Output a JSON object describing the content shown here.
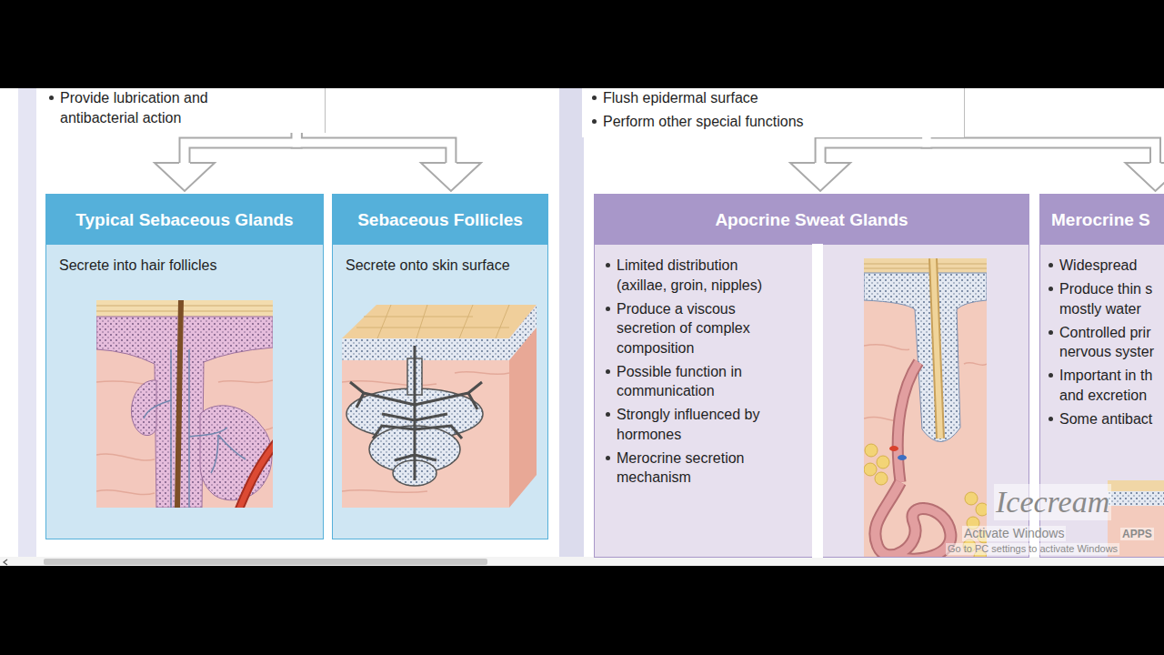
{
  "diagram": {
    "nodes": [
      {
        "text": [
          "Provide lubrication and antibacterial action"
        ]
      },
      {
        "text": [
          "Typical Sebaceous Glands",
          "Secrete into hair follicles"
        ]
      },
      {
        "text": [
          "Sebaceous Follicles",
          "Secrete onto skin surface"
        ]
      },
      {
        "text": [
          "Flush epidermal surface",
          "Perform other special functions"
        ]
      },
      {
        "text": [
          "Apocrine Sweat Glands",
          "Limited distribution (axillae, groin, nipples)",
          "Produce a viscous secretion of complex composition",
          "Possible function in communication",
          "Strongly influenced by hormones",
          "Merocrine secretion mechanism"
        ]
      },
      {
        "text": [
          "Merocrine S",
          "Widespread",
          "Produce thin s mostly water",
          "Controlled prir nervous syster",
          "Important in th and excretion",
          "Some antibact"
        ]
      }
    ],
    "edges": [
      {
        "from": 0,
        "to": 1,
        "arrow": "to"
      },
      {
        "from": 0,
        "to": 2,
        "arrow": "to"
      },
      {
        "from": 3,
        "to": 4,
        "arrow": "to"
      },
      {
        "from": 3,
        "to": 5,
        "arrow": "to"
      }
    ],
    "labels": [
      "Icecream",
      "APPS",
      "Activate Windows",
      "Go to PC settings to activate Windows"
    ]
  }
}
